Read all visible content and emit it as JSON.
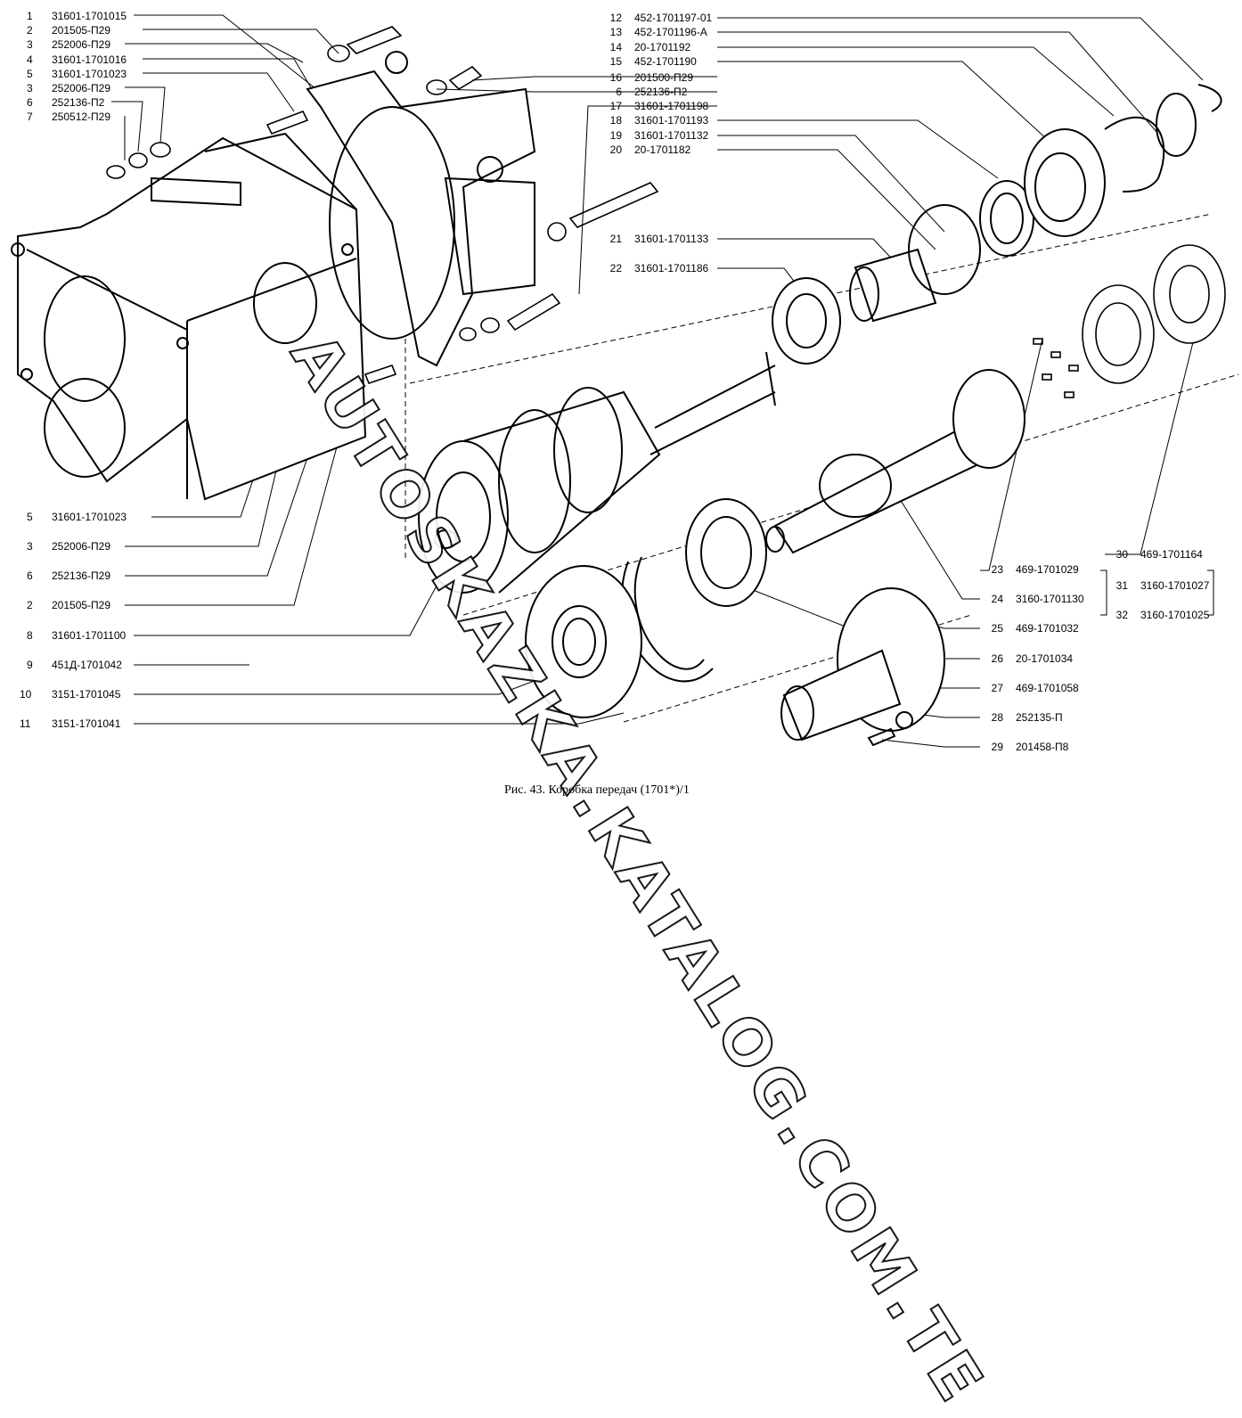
{
  "caption": "Рис. 43. Коробка передач (1701*)/1",
  "watermark": "AUTOSKAZKA.KATALOG.COM.TE",
  "left_labels": [
    {
      "num": "1",
      "code": "31601-1701015"
    },
    {
      "num": "2",
      "code": "201505-П29"
    },
    {
      "num": "3",
      "code": "252006-П29"
    },
    {
      "num": "4",
      "code": "31601-1701016"
    },
    {
      "num": "5",
      "code": "31601-1701023"
    },
    {
      "num": "3",
      "code": "252006-П29"
    },
    {
      "num": "6",
      "code": "252136-П2"
    },
    {
      "num": "7",
      "code": "250512-П29"
    },
    {
      "num": "5",
      "code": "31601-1701023"
    },
    {
      "num": "3",
      "code": "252006-П29"
    },
    {
      "num": "6",
      "code": "252136-П29"
    },
    {
      "num": "2",
      "code": "201505-П29"
    },
    {
      "num": "8",
      "code": "31601-1701100"
    },
    {
      "num": "9",
      "code": "451Д-1701042"
    },
    {
      "num": "10",
      "code": "3151-1701045"
    },
    {
      "num": "11",
      "code": "3151-1701041"
    }
  ],
  "top_right_labels": [
    {
      "num": "12",
      "code": "452-1701197-01"
    },
    {
      "num": "13",
      "code": "452-1701196-А"
    },
    {
      "num": "14",
      "code": "20-1701192"
    },
    {
      "num": "15",
      "code": "452-1701190"
    },
    {
      "num": "16",
      "code": "201500-П29"
    },
    {
      "num": "6",
      "code": "252136-П2"
    },
    {
      "num": "17",
      "code": "31601-1701198"
    },
    {
      "num": "18",
      "code": "31601-1701193"
    },
    {
      "num": "19",
      "code": "31601-1701132"
    },
    {
      "num": "20",
      "code": "20-1701182"
    },
    {
      "num": "21",
      "code": "31601-1701133"
    },
    {
      "num": "22",
      "code": "31601-1701186"
    }
  ],
  "bottom_right_labels": [
    {
      "num": "23",
      "code": "469-1701029"
    },
    {
      "num": "24",
      "code": "3160-1701130"
    },
    {
      "num": "25",
      "code": "469-1701032"
    },
    {
      "num": "26",
      "code": "20-1701034"
    },
    {
      "num": "27",
      "code": "469-1701058"
    },
    {
      "num": "28",
      "code": "252135-П"
    },
    {
      "num": "29",
      "code": "201458-П8"
    }
  ],
  "far_right_labels": [
    {
      "num": "30",
      "code": "469-1701164"
    },
    {
      "num": "31",
      "code": "3160-1701027"
    },
    {
      "num": "32",
      "code": "3160-1701025"
    }
  ]
}
